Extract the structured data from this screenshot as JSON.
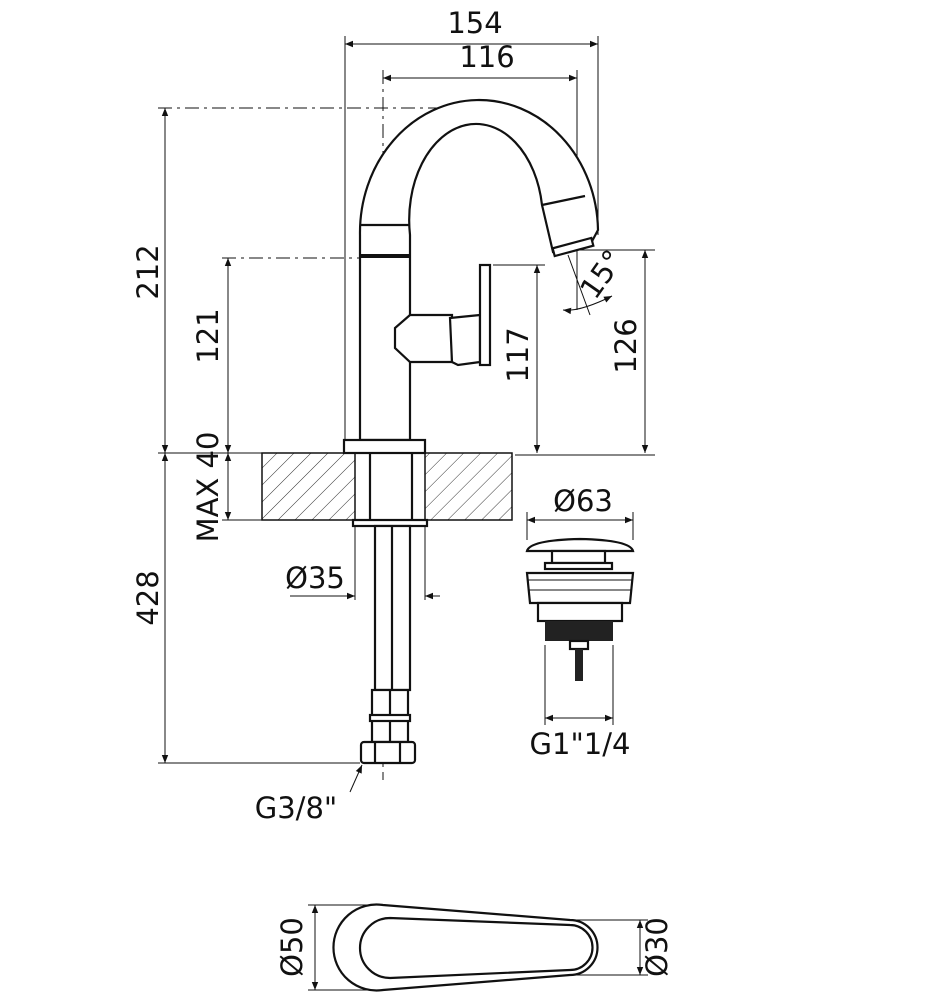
{
  "title": "Basin mixer technical drawing",
  "dimensions": {
    "overall_width": "154",
    "spout_reach": "116",
    "overall_height": "212",
    "lever_height": "121",
    "max_deck": "MAX 40",
    "lever_top": "117",
    "spout_outlet_height": "126",
    "spout_angle": "15°",
    "below_deck": "428",
    "body_diameter": "Ø35",
    "hose_thread": "G3/8\"",
    "drain_diameter": "Ø63",
    "drain_thread": "G1\"1/4",
    "base_diameter": "Ø50",
    "spout_end_diameter": "Ø30"
  }
}
